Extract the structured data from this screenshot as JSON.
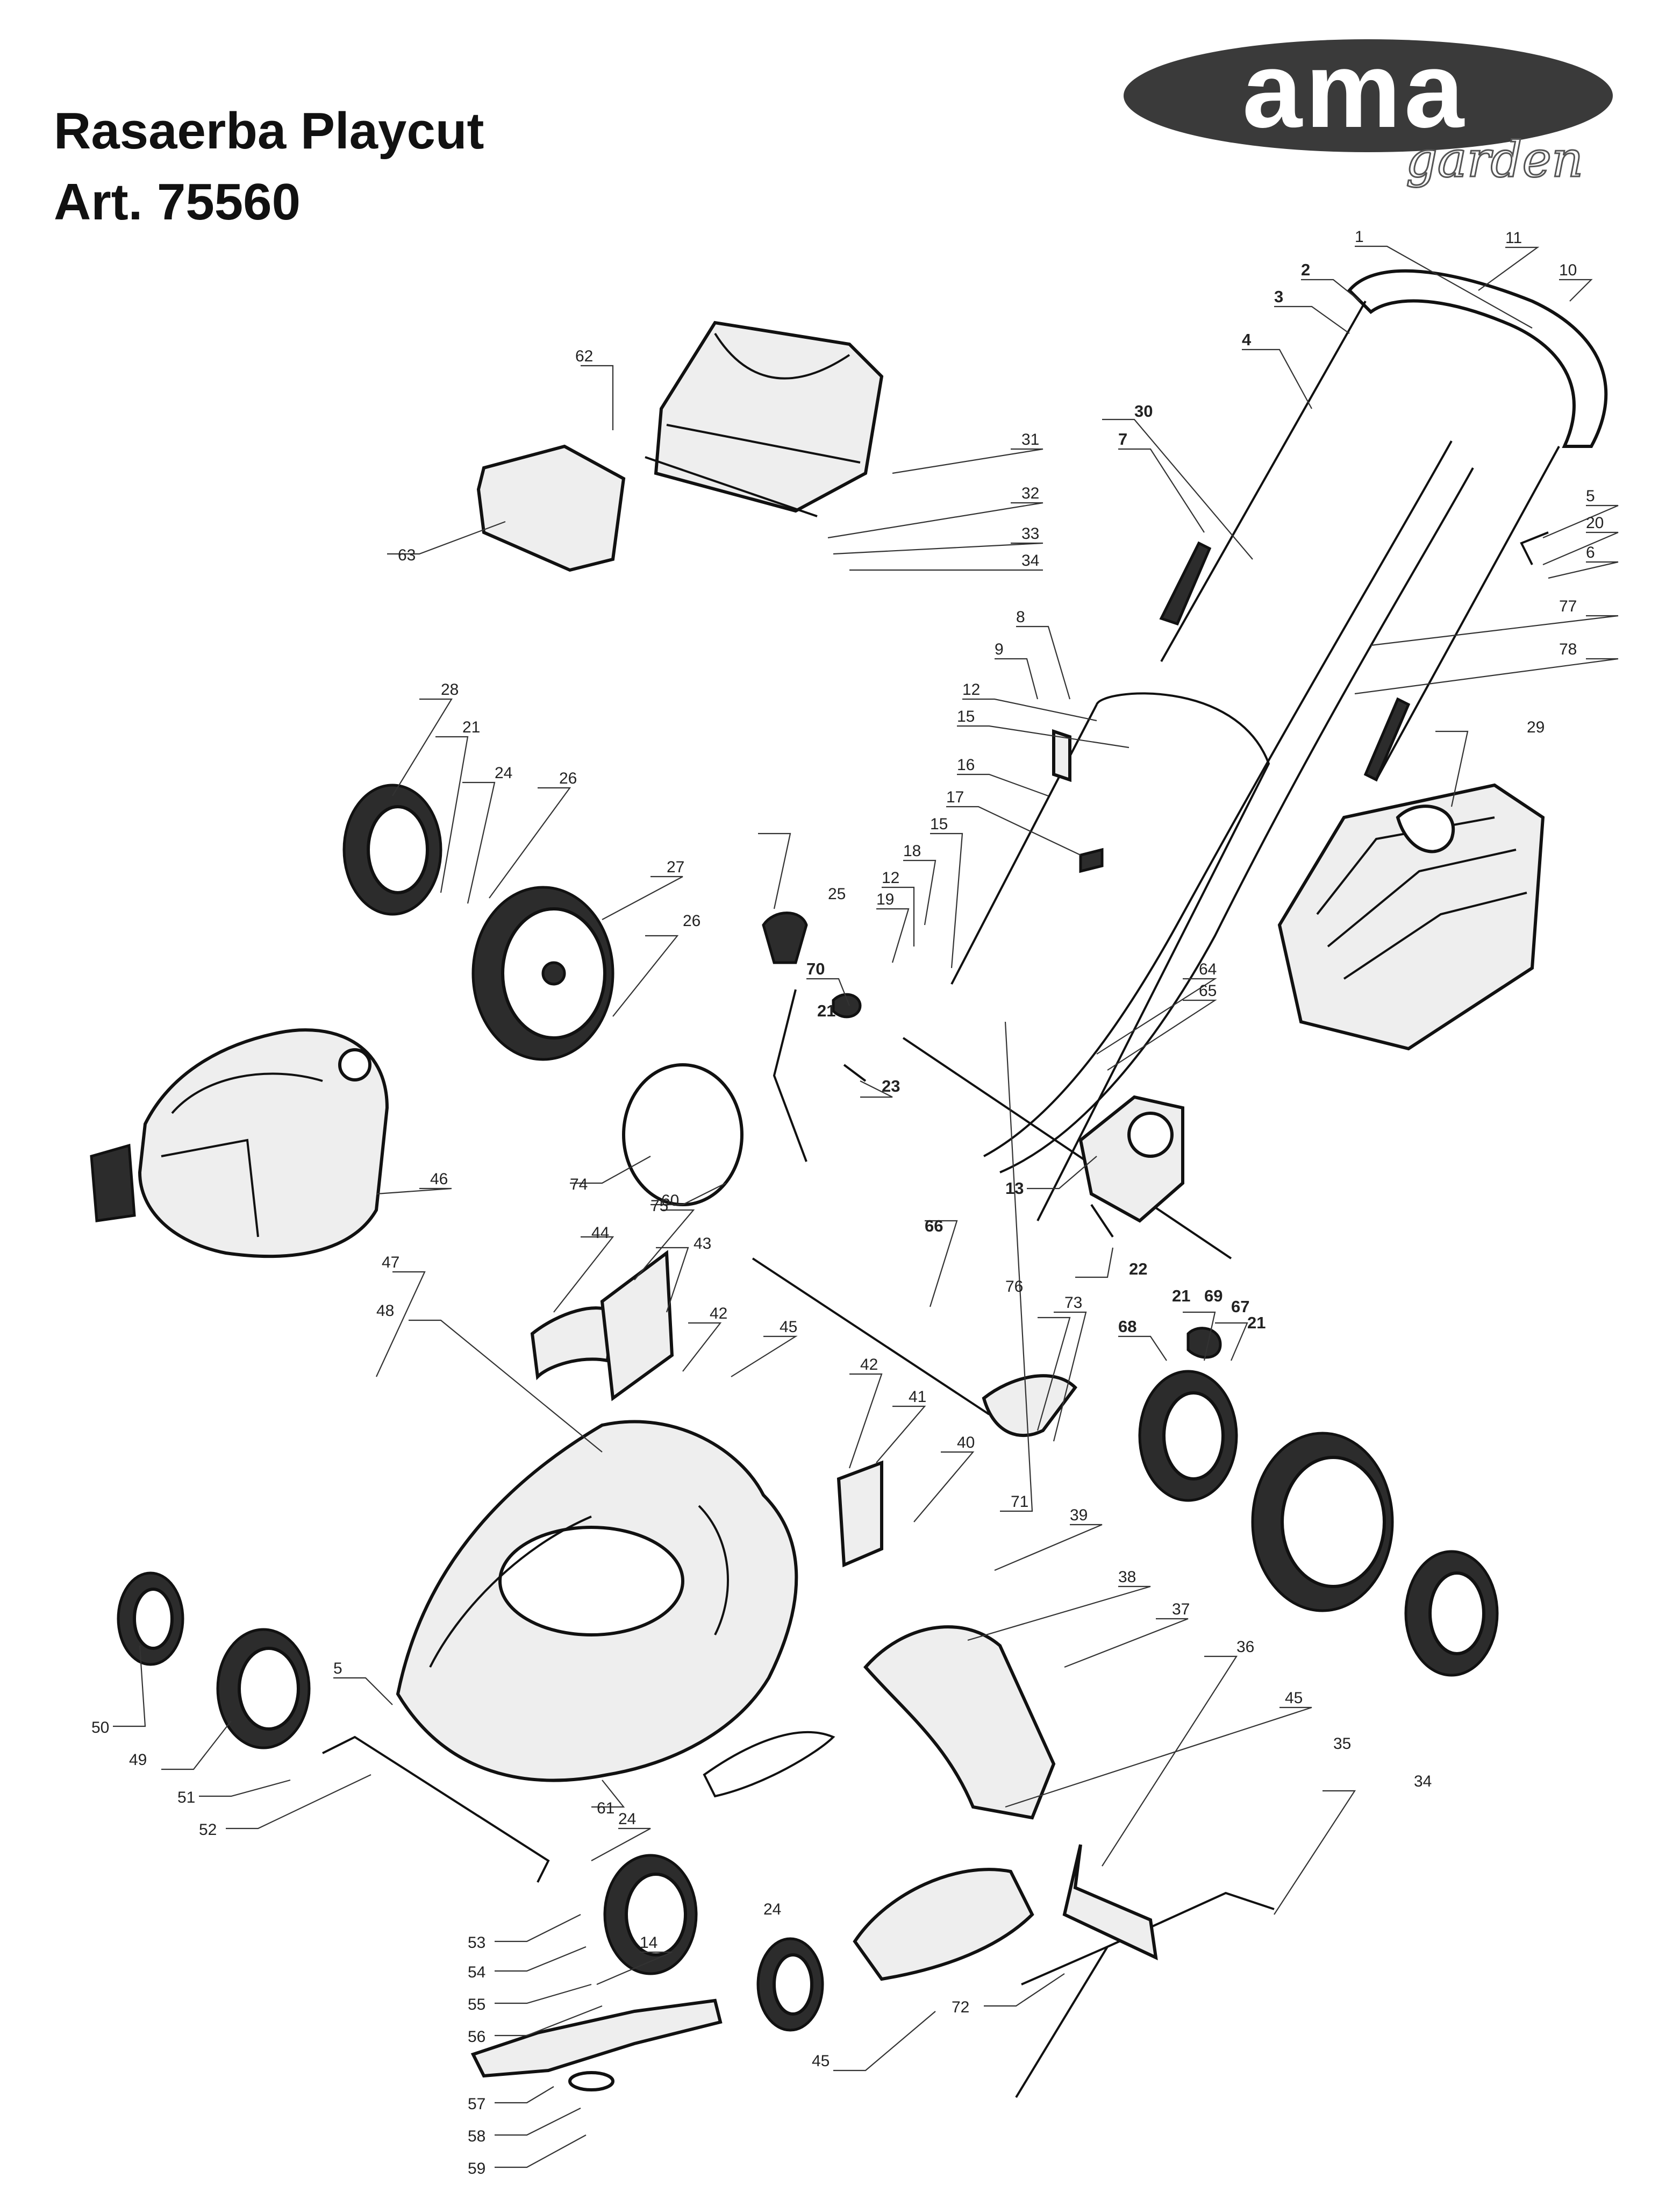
{
  "title": {
    "line1": "Rasaerba Playcut",
    "line2": "Art. 75560"
  },
  "logo": {
    "brand": "ama",
    "sub": "garden"
  },
  "callouts": [
    {
      "n": "1"
    },
    {
      "n": "2"
    },
    {
      "n": "3"
    },
    {
      "n": "4"
    },
    {
      "n": "5"
    },
    {
      "n": "6"
    },
    {
      "n": "7"
    },
    {
      "n": "8"
    },
    {
      "n": "9"
    },
    {
      "n": "10"
    },
    {
      "n": "11"
    },
    {
      "n": "12"
    },
    {
      "n": "12"
    },
    {
      "n": "13"
    },
    {
      "n": "14"
    },
    {
      "n": "15"
    },
    {
      "n": "15"
    },
    {
      "n": "16"
    },
    {
      "n": "17"
    },
    {
      "n": "18"
    },
    {
      "n": "19"
    },
    {
      "n": "20"
    },
    {
      "n": "21"
    },
    {
      "n": "21"
    },
    {
      "n": "21"
    },
    {
      "n": "21"
    },
    {
      "n": "22"
    },
    {
      "n": "23"
    },
    {
      "n": "24"
    },
    {
      "n": "24"
    },
    {
      "n": "24"
    },
    {
      "n": "25"
    },
    {
      "n": "26"
    },
    {
      "n": "26"
    },
    {
      "n": "27"
    },
    {
      "n": "28"
    },
    {
      "n": "29"
    },
    {
      "n": "30"
    },
    {
      "n": "31"
    },
    {
      "n": "32"
    },
    {
      "n": "33"
    },
    {
      "n": "34"
    },
    {
      "n": "34"
    },
    {
      "n": "35"
    },
    {
      "n": "36"
    },
    {
      "n": "37"
    },
    {
      "n": "38"
    },
    {
      "n": "39"
    },
    {
      "n": "40"
    },
    {
      "n": "41"
    },
    {
      "n": "42"
    },
    {
      "n": "42"
    },
    {
      "n": "43"
    },
    {
      "n": "44"
    },
    {
      "n": "45"
    },
    {
      "n": "45"
    },
    {
      "n": "45"
    },
    {
      "n": "46"
    },
    {
      "n": "47"
    },
    {
      "n": "48"
    },
    {
      "n": "49"
    },
    {
      "n": "50"
    },
    {
      "n": "51"
    },
    {
      "n": "52"
    },
    {
      "n": "53"
    },
    {
      "n": "54"
    },
    {
      "n": "55"
    },
    {
      "n": "56"
    },
    {
      "n": "57"
    },
    {
      "n": "58"
    },
    {
      "n": "59"
    },
    {
      "n": "60"
    },
    {
      "n": "61"
    },
    {
      "n": "62"
    },
    {
      "n": "63"
    },
    {
      "n": "64"
    },
    {
      "n": "65"
    },
    {
      "n": "66"
    },
    {
      "n": "67"
    },
    {
      "n": "68"
    },
    {
      "n": "69"
    },
    {
      "n": "70"
    },
    {
      "n": "71"
    },
    {
      "n": "72"
    },
    {
      "n": "73"
    },
    {
      "n": "74"
    },
    {
      "n": "75"
    },
    {
      "n": "76"
    },
    {
      "n": "77"
    },
    {
      "n": "78"
    },
    {
      "n": "5"
    }
  ]
}
